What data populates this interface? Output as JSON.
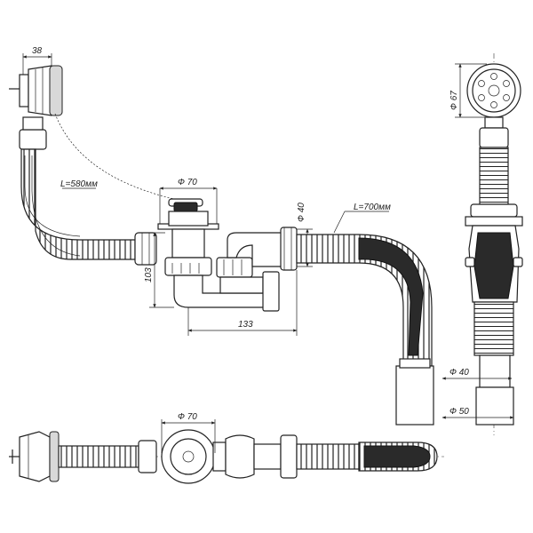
{
  "dimensions": {
    "overflow_offset": "38",
    "overflow_hose_length": "L=580мм",
    "trap_top_diameter": "Ф 70",
    "trap_height": "103",
    "trap_width": "133",
    "outlet_diameter_top": "Ф 40",
    "outlet_hose_length": "L=700мм",
    "side_grate_diameter": "Ф 67",
    "side_outlet_diameter": "Ф 40",
    "side_tail_diameter": "Ф 50",
    "bottom_trap_diameter": "Ф 70"
  }
}
